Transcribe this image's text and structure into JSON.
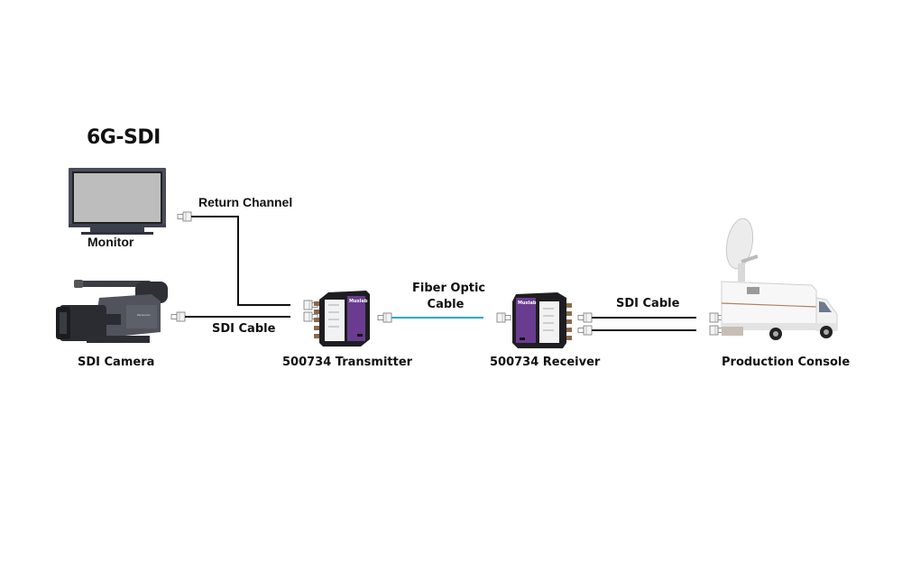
{
  "diagram": {
    "title": "6G-SDI",
    "colors": {
      "cable": "#111111",
      "fiber": "#2aa7d6",
      "device_purple": "#6a3c8f",
      "device_body": "#1e1e22",
      "monitor_frame": "#4a4d5c",
      "monitor_screen": "#bdbdbd"
    },
    "nodes": {
      "monitor": {
        "label": "Monitor",
        "icon": "monitor-icon"
      },
      "camera": {
        "label": "SDI Camera",
        "icon": "video-camera-icon"
      },
      "transmitter": {
        "label": "500734 Transmitter",
        "icon": "fiber-transmitter-icon",
        "brand": "Muxlab"
      },
      "receiver": {
        "label": "500734 Receiver",
        "icon": "fiber-receiver-icon",
        "brand": "Muxlab"
      },
      "console": {
        "label": "Production Console",
        "icon": "broadcast-truck-icon"
      }
    },
    "links": {
      "return_channel": {
        "label": "Return Channel",
        "from": "transmitter",
        "to": "monitor",
        "type": "SDI"
      },
      "sdi_in": {
        "label": "SDI Cable",
        "from": "camera",
        "to": "transmitter",
        "type": "SDI"
      },
      "fiber": {
        "label_line1": "Fiber Optic",
        "label_line2": "Cable",
        "from": "transmitter",
        "to": "receiver",
        "type": "fiber"
      },
      "sdi_out": {
        "label": "SDI Cable",
        "from": "receiver",
        "to": "console",
        "type": "SDI",
        "count": 2
      }
    }
  }
}
